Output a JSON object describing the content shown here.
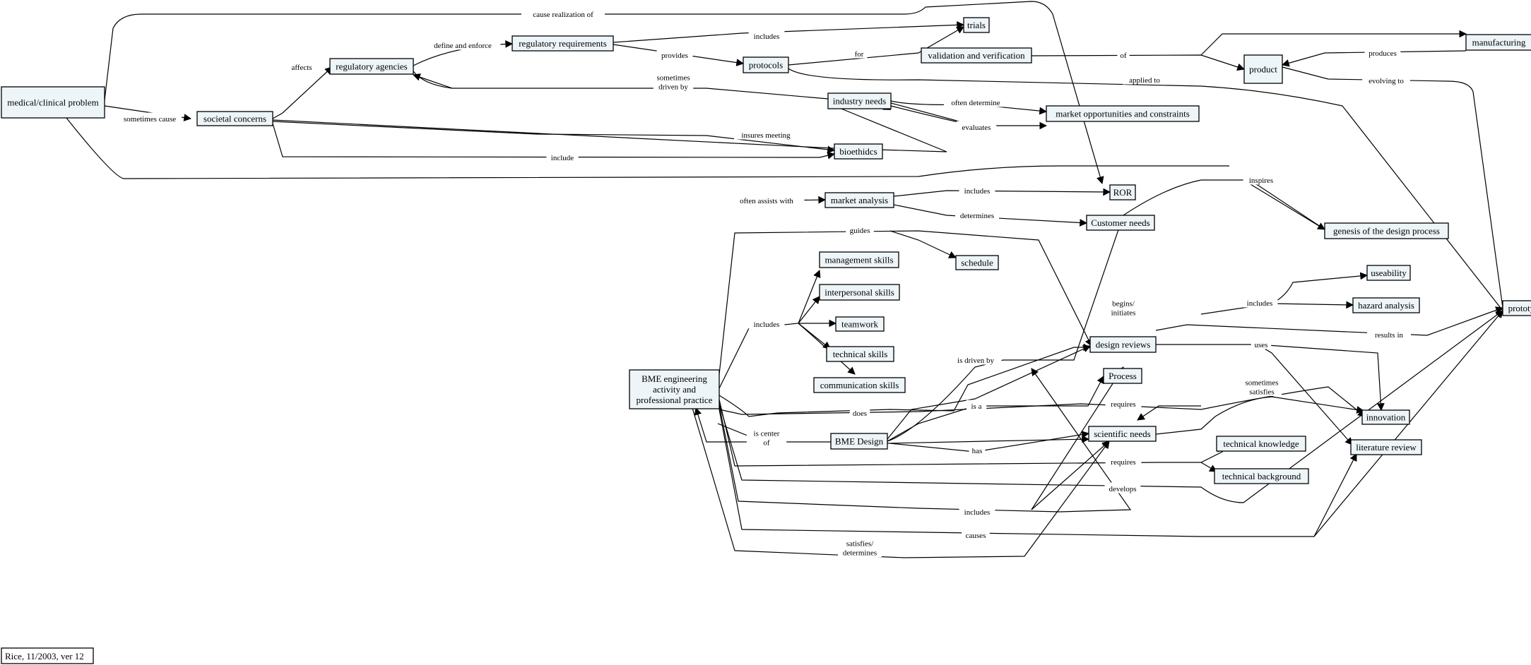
{
  "footer": "Rice, 11/2003, ver 12",
  "nodes": [
    {
      "id": "medical",
      "label": "medical/clinical problem"
    },
    {
      "id": "societal",
      "label": "societal concerns"
    },
    {
      "id": "regagencies",
      "label": "regulatory agencies"
    },
    {
      "id": "regreq",
      "label": "regulatory requirements"
    },
    {
      "id": "protocols",
      "label": "protocols"
    },
    {
      "id": "trials",
      "label": "trials"
    },
    {
      "id": "validation",
      "label": "validation and verification"
    },
    {
      "id": "product",
      "label": "product"
    },
    {
      "id": "manufacturing",
      "label": "manufacturing"
    },
    {
      "id": "industry",
      "label": "industry needs"
    },
    {
      "id": "market_opp",
      "label": "market opportunities and constraints"
    },
    {
      "id": "bioethics",
      "label": "bioethidcs"
    },
    {
      "id": "market_analysis",
      "label": "market analysis"
    },
    {
      "id": "ror",
      "label": "ROR"
    },
    {
      "id": "customer",
      "label": "Customer needs"
    },
    {
      "id": "genesis",
      "label": "genesis of the design process"
    },
    {
      "id": "schedule",
      "label": "schedule"
    },
    {
      "id": "mgmt",
      "label": "management skills"
    },
    {
      "id": "interpersonal",
      "label": "interpersonal skills"
    },
    {
      "id": "teamwork",
      "label": "teamwork"
    },
    {
      "id": "techskills",
      "label": "technical skills"
    },
    {
      "id": "commskills",
      "label": "communication skills"
    },
    {
      "id": "bme",
      "label": "BME engineering\nactivity and\nprofessional practice"
    },
    {
      "id": "bmedesign",
      "label": "BME Design"
    },
    {
      "id": "designrev",
      "label": "design reviews"
    },
    {
      "id": "process",
      "label": "Process"
    },
    {
      "id": "sciencen",
      "label": "scientific needs"
    },
    {
      "id": "usability",
      "label": "useability"
    },
    {
      "id": "hazard",
      "label": "hazard analysis"
    },
    {
      "id": "prototype",
      "label": "prototype"
    },
    {
      "id": "innovation",
      "label": "innovation"
    },
    {
      "id": "litreview",
      "label": "literature review"
    },
    {
      "id": "techknow",
      "label": "technical knowledge"
    },
    {
      "id": "techback",
      "label": "technical background"
    }
  ],
  "edge_labels": [
    {
      "id": "cause_realization",
      "text": "cause realization of"
    },
    {
      "id": "sometimes_cause",
      "text": "sometimes cause"
    },
    {
      "id": "affects",
      "text": "affects"
    },
    {
      "id": "define_enforce",
      "text": "define and enforce"
    },
    {
      "id": "includes_trials",
      "text": "includes"
    },
    {
      "id": "provides",
      "text": "provides"
    },
    {
      "id": "for",
      "text": "for"
    },
    {
      "id": "of",
      "text": "of"
    },
    {
      "id": "produces",
      "text": "produces"
    },
    {
      "id": "evolving",
      "text": "evolving to"
    },
    {
      "id": "applied",
      "text": "applied to"
    },
    {
      "id": "sometimes_driven",
      "text": "sometimes\ndriven by"
    },
    {
      "id": "often_determine",
      "text": "often determine"
    },
    {
      "id": "evaluates",
      "text": "evaluates"
    },
    {
      "id": "insures",
      "text": "insures meeting"
    },
    {
      "id": "include",
      "text": "include"
    },
    {
      "id": "often_assists",
      "text": "often assists with"
    },
    {
      "id": "includes_ror",
      "text": "includes"
    },
    {
      "id": "determines",
      "text": "determines"
    },
    {
      "id": "inspires",
      "text": "inspires"
    },
    {
      "id": "guides",
      "text": "guides"
    },
    {
      "id": "begins",
      "text": "begins/\ninitiates"
    },
    {
      "id": "includes_skills",
      "text": "includes"
    },
    {
      "id": "includes_use",
      "text": "includes"
    },
    {
      "id": "results",
      "text": "results in"
    },
    {
      "id": "uses",
      "text": "uses"
    },
    {
      "id": "is_driven",
      "text": "is driven by"
    },
    {
      "id": "is_a",
      "text": "is a"
    },
    {
      "id": "requires1",
      "text": "requires"
    },
    {
      "id": "sometimes_satisfies",
      "text": "sometimes\nsatisfies"
    },
    {
      "id": "does",
      "text": "does"
    },
    {
      "id": "is_center",
      "text": "is center\nof"
    },
    {
      "id": "has",
      "text": "has"
    },
    {
      "id": "requires2",
      "text": "requires"
    },
    {
      "id": "develops",
      "text": "develops"
    },
    {
      "id": "includes_proc",
      "text": "includes"
    },
    {
      "id": "causes",
      "text": "causes"
    },
    {
      "id": "satisfies_det",
      "text": "satisfies/\ndetermines"
    }
  ]
}
